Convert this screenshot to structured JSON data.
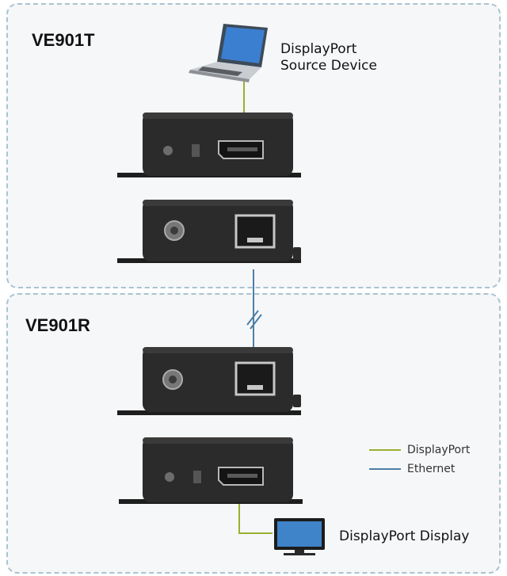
{
  "transmitter": {
    "title": "VE901T"
  },
  "receiver": {
    "title": "VE901R"
  },
  "source": {
    "label_line1": "DisplayPort",
    "label_line2": "Source Device"
  },
  "display": {
    "label": "DisplayPort Display"
  },
  "legend": [
    {
      "name": "DisplayPort",
      "color": "#9ab02d"
    },
    {
      "name": "Ethernet",
      "color": "#4c7fa6"
    }
  ],
  "colors": {
    "device_body": "#2b2b2b",
    "panel_border": "#a9c3d1",
    "displayport_cable": "#9ab02d",
    "ethernet_cable": "#4c7fa6"
  },
  "icons": [
    "laptop-icon",
    "monitor-icon"
  ]
}
